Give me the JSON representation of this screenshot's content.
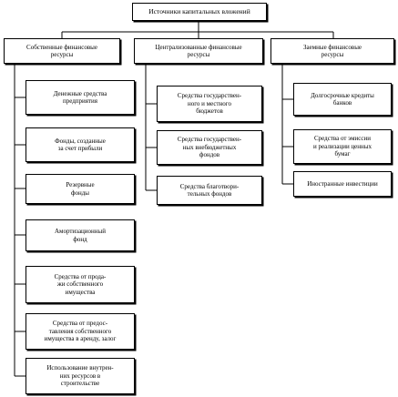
{
  "root": {
    "label": "Источники капитальных вложений"
  },
  "columns": [
    {
      "label": "Собственные финансовые\nресурсы",
      "items": [
        "Денежные средства\nпредприятия",
        "Фонды, созданные\nза счет прибыли",
        "Резервные\nфонды",
        "Амортизационный\nфонд",
        "Средства от прода-\nжи собственного\nимущества",
        "Средства от предос-\nтавления собственного\nимущества в аренду, залог",
        "Использование внутрен-\nних ресурсов в\nстроительстве"
      ]
    },
    {
      "label": "Централизованные финансовые\nресурсы",
      "items": [
        "Средства государствен-\nного и местного\nбюджетов",
        "Средства государствен-\nных внебюджетных\nфондов",
        "Средства благотвори-\nтельных фондов"
      ]
    },
    {
      "label": "Заемные финансовые\nресурсы",
      "items": [
        "Долгосрочные кредиты\nбанков",
        "Средства от эмиссии\nи реализации ценных\nбумаг",
        "Иностранные инвестиции"
      ]
    }
  ]
}
